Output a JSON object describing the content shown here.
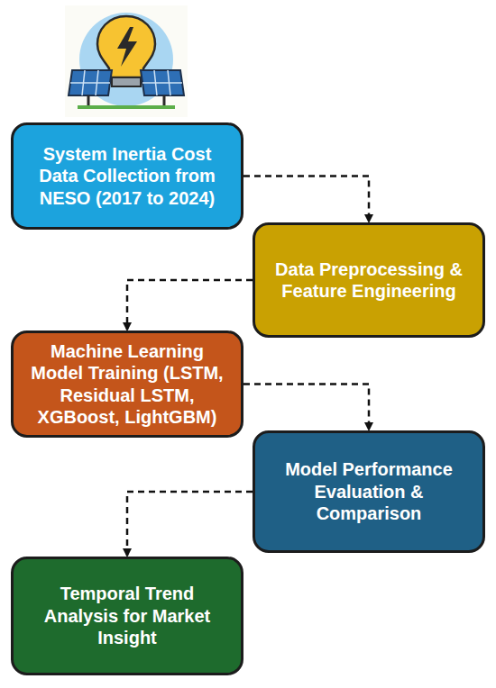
{
  "diagram": {
    "nodes": [
      {
        "text": [
          "System Inertia Cost Data Collection from NESO (2017 to 2024)"
        ]
      },
      {
        "text": [
          "Data Preprocessing & Feature Engineering"
        ]
      },
      {
        "text": [
          "Machine Learning Model Training (LSTM, Residual LSTM, XGBoost, LightGBM)"
        ]
      },
      {
        "text": [
          "Model Performance Evaluation & Comparison"
        ]
      },
      {
        "text": [
          "Temporal Trend Analysis for Market Insight"
        ]
      }
    ],
    "edges": [
      {
        "from": 0,
        "to": 1,
        "arrow": "to"
      },
      {
        "from": 1,
        "to": 2,
        "arrow": "to"
      },
      {
        "from": 2,
        "to": 3,
        "arrow": "to"
      },
      {
        "from": 3,
        "to": 4,
        "arrow": "to"
      }
    ]
  }
}
